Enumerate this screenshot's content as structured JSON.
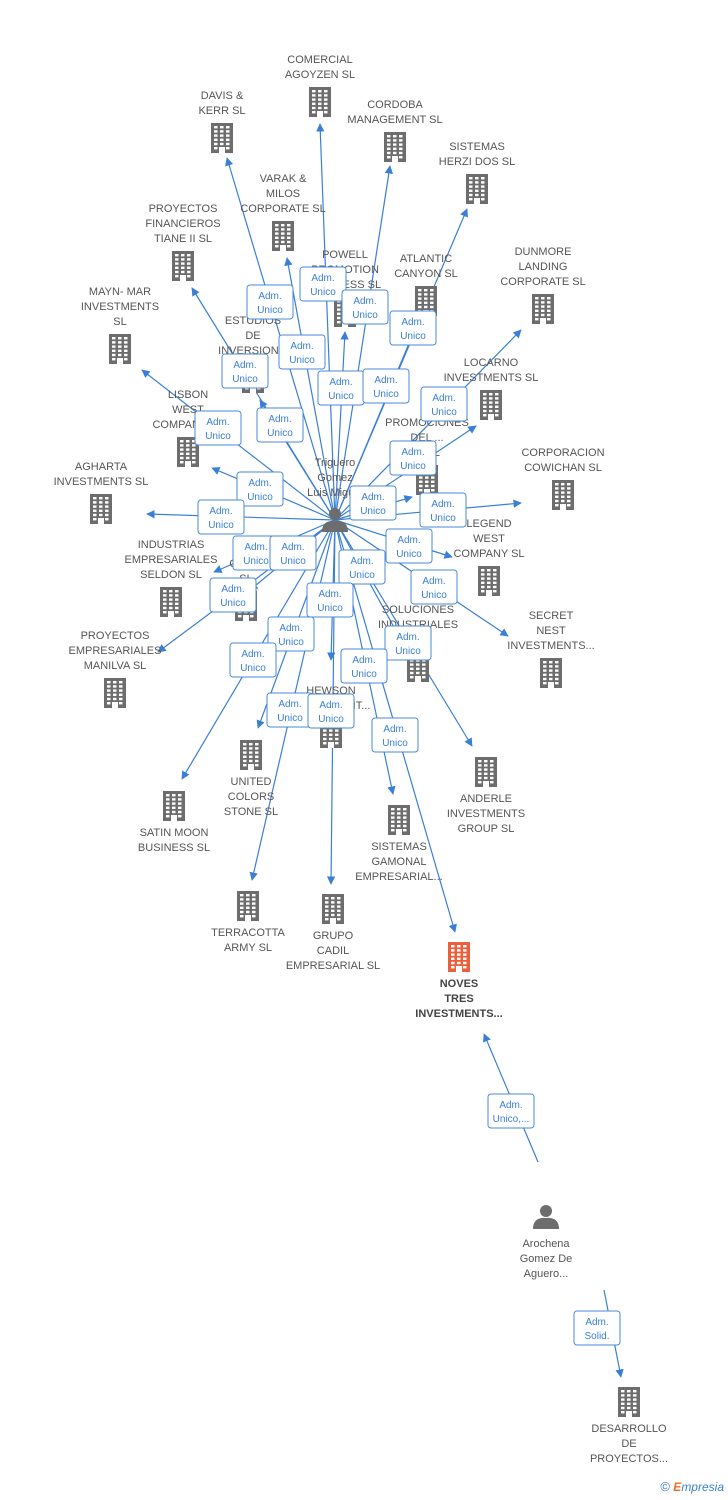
{
  "colors": {
    "edge": "#3a7fd6",
    "building": "#6d6d6d",
    "highlight": "#e8603c",
    "person": "#6d6d6d"
  },
  "watermark": {
    "copyright": "©",
    "brand_first": "E",
    "brand_rest": "mpresia"
  },
  "nodes": [
    {
      "id": "n1",
      "label": [
        "COMERCIAL",
        "AGOYZEN SL"
      ],
      "kind": "company"
    },
    {
      "id": "n2",
      "label": [
        "DAVIS &",
        "KERR SL"
      ],
      "kind": "company"
    },
    {
      "id": "n3",
      "label": [
        "CORDOBA",
        "MANAGEMENT SL"
      ],
      "kind": "company"
    },
    {
      "id": "n4",
      "label": [
        "SISTEMAS",
        "HERZI DOS SL"
      ],
      "kind": "company"
    },
    {
      "id": "n5",
      "label": [
        "VARAK &",
        "MILOS",
        "CORPORATE SL"
      ],
      "kind": "company"
    },
    {
      "id": "n6",
      "label": [
        "PROYECTOS",
        "FINANCIEROS",
        "TIANE II SL"
      ],
      "kind": "company"
    },
    {
      "id": "n7",
      "label": [
        "POWELL",
        "PROMOTION",
        "BUSINESS SL"
      ],
      "kind": "company"
    },
    {
      "id": "n8",
      "label": [
        "ATLANTIC",
        "CANYON SL"
      ],
      "kind": "company"
    },
    {
      "id": "n9",
      "label": [
        "DUNMORE",
        "LANDING",
        "CORPORATE SL"
      ],
      "kind": "company"
    },
    {
      "id": "n10",
      "label": [
        "MAYN- MAR",
        "INVESTMENTS",
        "SL"
      ],
      "kind": "company"
    },
    {
      "id": "n11",
      "label": [
        "ESTUDIOS",
        "DE",
        "INVERSION..."
      ],
      "kind": "company"
    },
    {
      "id": "n12",
      "label": [
        "LOCARNO",
        "INVESTMENTS SL"
      ],
      "kind": "company"
    },
    {
      "id": "n13",
      "label": [
        "LISBON",
        "WEST",
        "COMPANY SL"
      ],
      "kind": "company"
    },
    {
      "id": "n14",
      "label": [
        "PROMOCIONES",
        "DEL ...",
        "III SL"
      ],
      "kind": "company"
    },
    {
      "id": "n15",
      "label": [
        "CORPORACION",
        "COWICHAN SL"
      ],
      "kind": "company"
    },
    {
      "id": "n16",
      "label": [
        "AGHARTA",
        "INVESTMENTS SL"
      ],
      "kind": "company"
    },
    {
      "id": "n17",
      "label": [
        "LEGEND",
        "WEST",
        "COMPANY SL"
      ],
      "kind": "company"
    },
    {
      "id": "n18",
      "label": [
        "INDUSTRIAS",
        "EMPRESARIALES",
        "SELDON SL"
      ],
      "kind": "company"
    },
    {
      "id": "n19",
      "label": [
        "ST...",
        "COR...",
        "SL"
      ],
      "kind": "company"
    },
    {
      "id": "n20",
      "label": [
        "SOLUCIONES",
        "INDUSTRIALES",
        "...SL"
      ],
      "kind": "company"
    },
    {
      "id": "n21",
      "label": [
        "SECRET",
        "NEST",
        "INVESTMENTS..."
      ],
      "kind": "company"
    },
    {
      "id": "n22",
      "label": [
        "PROYECTOS",
        "EMPRESARIALES",
        "MANILVA SL"
      ],
      "kind": "company"
    },
    {
      "id": "n23",
      "label": [
        "HEWSON",
        "INVESTMENT..."
      ],
      "kind": "company"
    },
    {
      "id": "n24",
      "label": [
        "UNITED",
        "COLORS",
        "STONE SL"
      ],
      "kind": "company"
    },
    {
      "id": "n25",
      "label": [
        "ANDERLE",
        "INVESTMENTS",
        "GROUP SL"
      ],
      "kind": "company"
    },
    {
      "id": "n26",
      "label": [
        "SATIN MOON",
        "BUSINESS SL"
      ],
      "kind": "company"
    },
    {
      "id": "n27",
      "label": [
        "SISTEMAS",
        "GAMONAL",
        "EMPRESARIAL..."
      ],
      "kind": "company"
    },
    {
      "id": "n28",
      "label": [
        "TERRACOTTA",
        "ARMY SL"
      ],
      "kind": "company"
    },
    {
      "id": "n29",
      "label": [
        "GRUPO",
        "CADIL",
        "EMPRESARIAL SL"
      ],
      "kind": "company"
    },
    {
      "id": "n30",
      "label": [
        "NOVES",
        "TRES",
        "INVESTMENTS..."
      ],
      "kind": "company",
      "highlight": true
    },
    {
      "id": "n31",
      "label": [
        "DESARROLLO",
        "DE",
        "PROYECTOS..."
      ],
      "kind": "company"
    },
    {
      "id": "p1",
      "label": [
        "Triguero",
        "Gomez",
        "Luis Miguel"
      ],
      "kind": "person"
    },
    {
      "id": "p2",
      "label": [
        "Arochena",
        "Gomez De",
        "Aguero..."
      ],
      "kind": "person"
    }
  ],
  "edges": [
    {
      "from": "p1",
      "to": "n1",
      "label": [
        "Adm.",
        "Unico"
      ]
    },
    {
      "from": "p1",
      "to": "n2",
      "label": [
        "Adm.",
        "Unico"
      ]
    },
    {
      "from": "p1",
      "to": "n3",
      "label": [
        "Adm.",
        "Unico"
      ]
    },
    {
      "from": "p1",
      "to": "n4",
      "label": [
        "Adm.",
        "Unico"
      ]
    },
    {
      "from": "p1",
      "to": "n5",
      "label": [
        "Adm.",
        "Unico"
      ]
    },
    {
      "from": "p1",
      "to": "n6",
      "label": [
        "Adm.",
        "Unico"
      ]
    },
    {
      "from": "p1",
      "to": "n7",
      "label": [
        "Adm.",
        "Unico"
      ]
    },
    {
      "from": "p1",
      "to": "n8",
      "label": [
        "Adm.",
        "Unico"
      ]
    },
    {
      "from": "p1",
      "to": "n9",
      "label": [
        "Adm.",
        "Unico"
      ]
    },
    {
      "from": "p1",
      "to": "n10",
      "label": [
        "Adm.",
        "Unico"
      ]
    },
    {
      "from": "p1",
      "to": "n11",
      "label": [
        "Adm.",
        "Unico"
      ]
    },
    {
      "from": "p1",
      "to": "n12",
      "label": [
        "Adm.",
        "Unico"
      ]
    },
    {
      "from": "p1",
      "to": "n13",
      "label": [
        "Adm.",
        "Unico"
      ]
    },
    {
      "from": "p1",
      "to": "n14",
      "label": [
        "Adm.",
        "Unico"
      ]
    },
    {
      "from": "p1",
      "to": "n15",
      "label": [
        "Adm.",
        "Unico"
      ]
    },
    {
      "from": "p1",
      "to": "n16",
      "label": [
        "Adm.",
        "Unico"
      ]
    },
    {
      "from": "p1",
      "to": "n17",
      "label": [
        "Adm.",
        "Unico"
      ]
    },
    {
      "from": "p1",
      "to": "n18",
      "label": [
        "Adm.",
        "Unico"
      ]
    },
    {
      "from": "p1",
      "to": "n19",
      "label": [
        "Adm.",
        "Unico"
      ]
    },
    {
      "from": "p1",
      "to": "n20",
      "label": [
        "Adm.",
        "Unico"
      ]
    },
    {
      "from": "p1",
      "to": "n21",
      "label": [
        "Adm.",
        "Unico"
      ]
    },
    {
      "from": "p1",
      "to": "n22",
      "label": [
        "Adm.",
        "Unico"
      ]
    },
    {
      "from": "p1",
      "to": "n23",
      "label": [
        "Adm.",
        "Unico"
      ]
    },
    {
      "from": "p1",
      "to": "n24",
      "label": [
        "Adm.",
        "Unico"
      ]
    },
    {
      "from": "p1",
      "to": "n25",
      "label": [
        "Adm.",
        "Unico"
      ]
    },
    {
      "from": "p1",
      "to": "n26",
      "label": [
        "Adm.",
        "Unico"
      ]
    },
    {
      "from": "p1",
      "to": "n27",
      "label": [
        "Adm.",
        "Unico"
      ]
    },
    {
      "from": "p1",
      "to": "n28",
      "label": [
        "Adm.",
        "Unico"
      ]
    },
    {
      "from": "p1",
      "to": "n29",
      "label": [
        "Adm.",
        "Unico"
      ]
    },
    {
      "from": "p1",
      "to": "n30",
      "label": [
        "Adm.",
        "Unico"
      ]
    },
    {
      "from": "p2",
      "to": "n30",
      "label": [
        "Adm.",
        "Unico,..."
      ]
    },
    {
      "from": "p2",
      "to": "n31",
      "label": [
        "Adm.",
        "Solid."
      ]
    }
  ]
}
